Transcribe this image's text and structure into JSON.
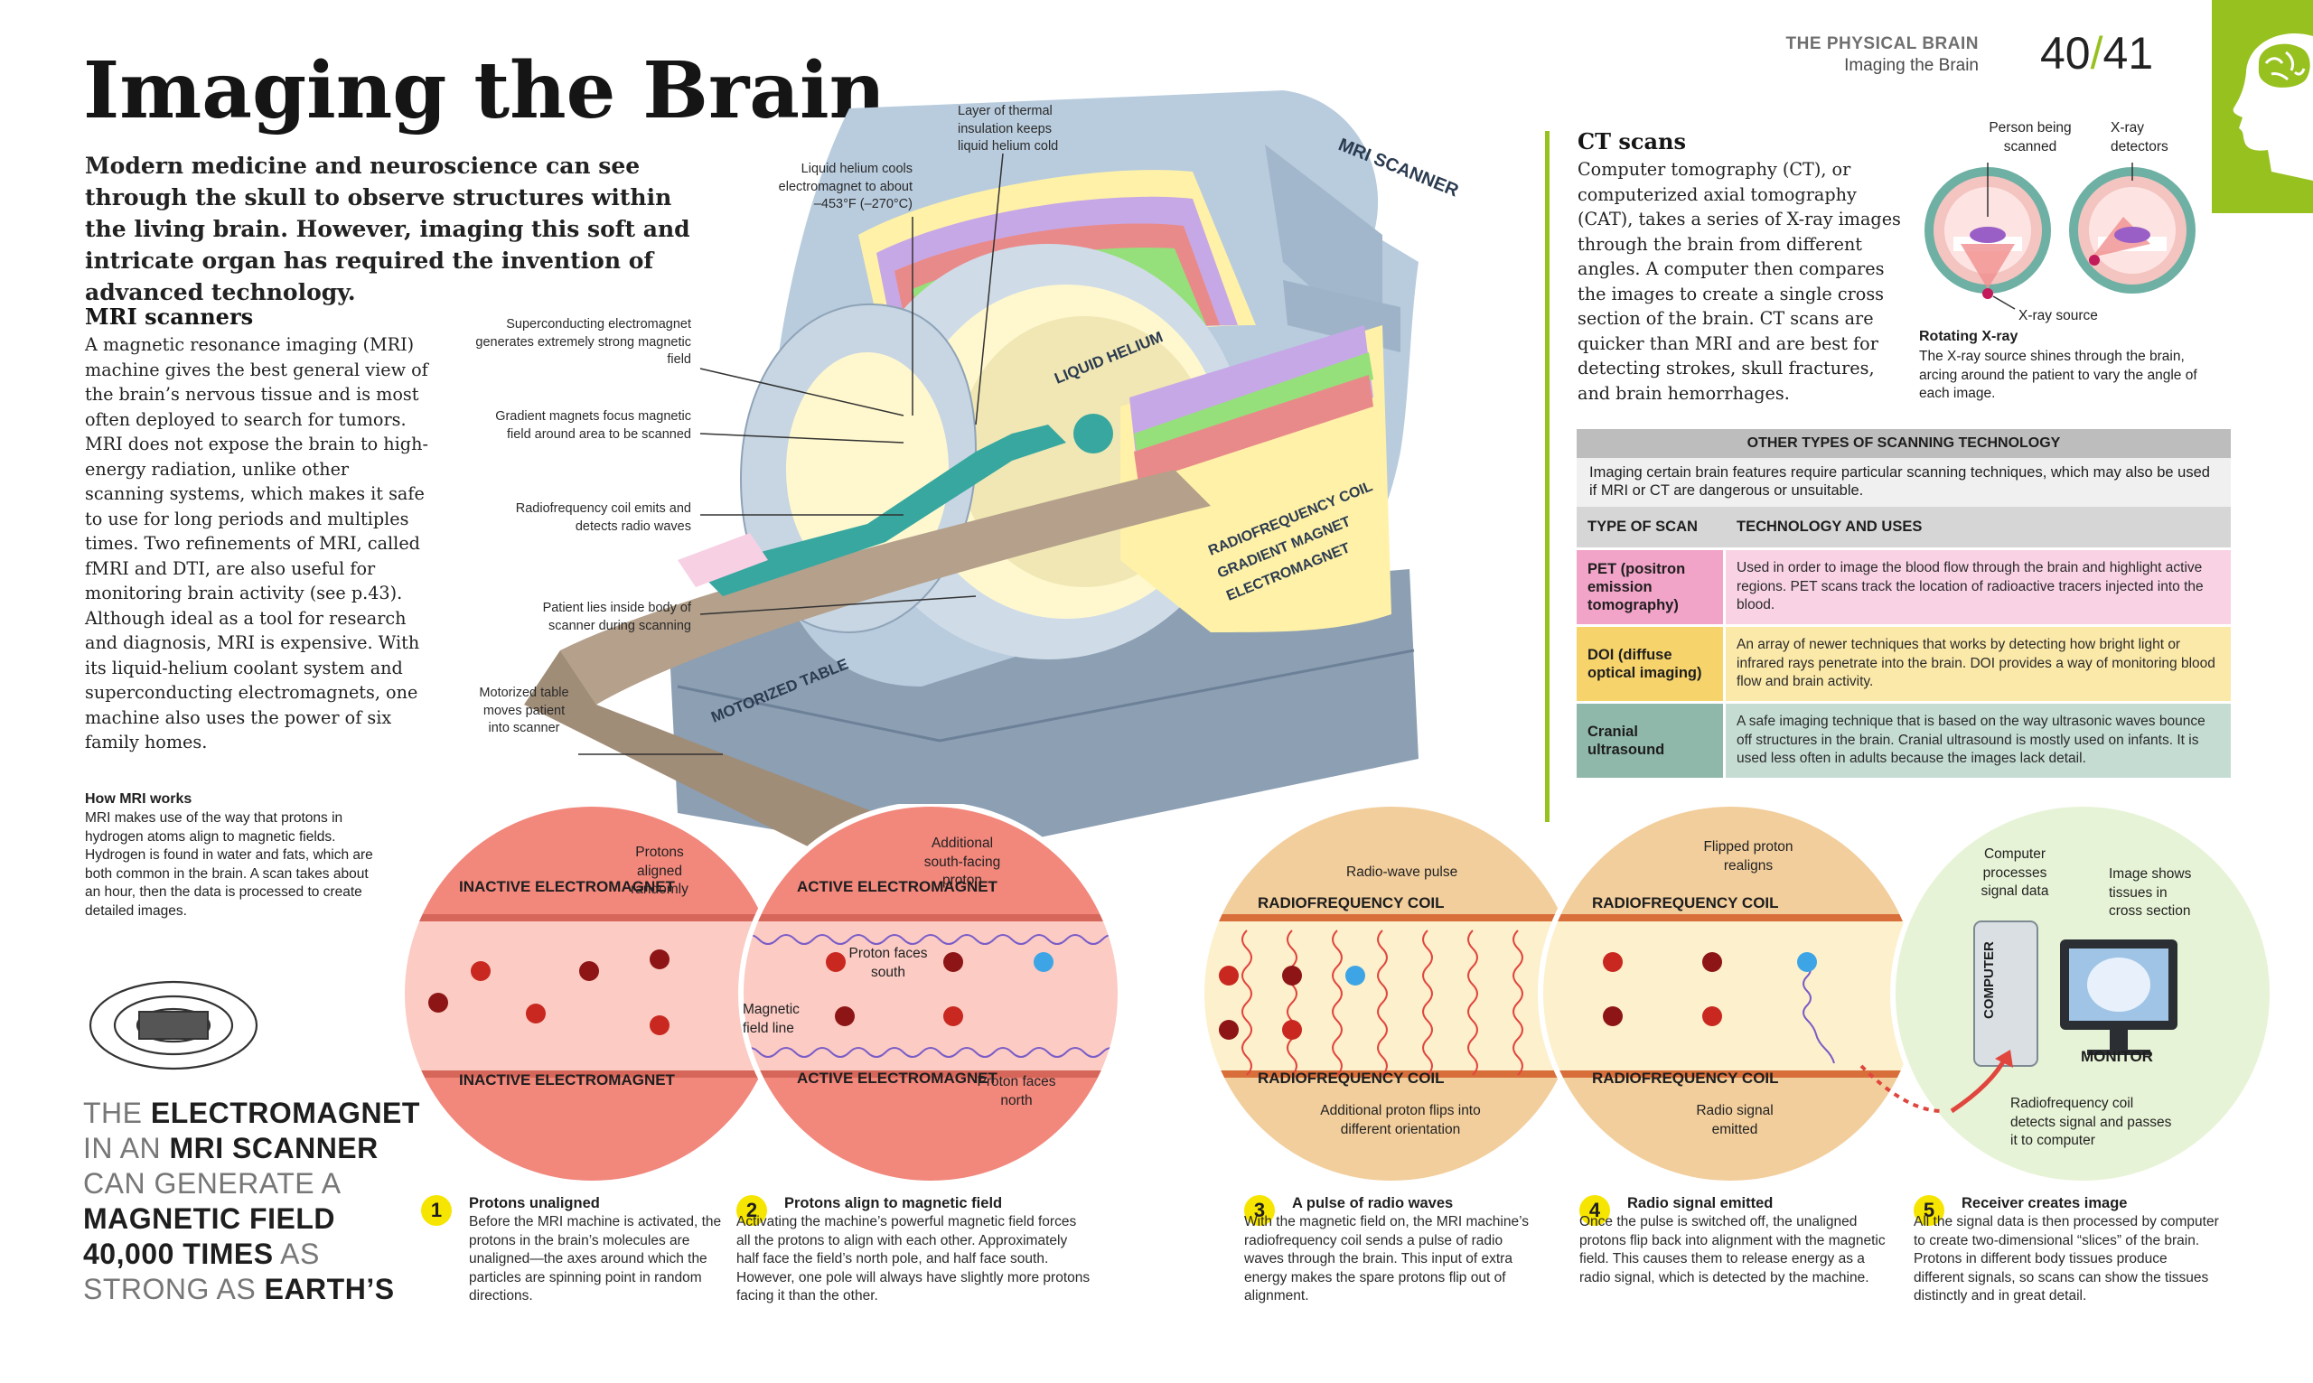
{
  "header": {
    "category": "THE PHYSICAL BRAIN",
    "subtitle": "Imaging the Brain",
    "page_left": "40",
    "page_sep": "/",
    "page_right": "41",
    "corner_icon": "head-brain-icon",
    "accent_color": "#97c11f"
  },
  "title": "Imaging the Brain",
  "intro": "Modern medicine and neuroscience can see through the skull to observe structures within the living brain. However, imaging this soft and intricate organ has required the invention of advanced technology.",
  "mri": {
    "heading": "MRI scanners",
    "body": "A magnetic resonance imaging (MRI) machine gives the best general view of the brain’s nervous tissue and is most often deployed to search for tumors. MRI does not expose the brain to high-energy radiation, unlike other scanning systems, which makes it safe to use for long periods and multiples times. Two refinements of MRI, called fMRI and DTI, are also useful for monitoring brain activity (see p.43). Although ideal as a tool for research and diagnosis, MRI is expensive. With its liquid-helium coolant system and superconducting electromagnets, one machine also uses the power of six family homes.",
    "how_heading": "How MRI works",
    "how_body": "MRI makes use of the way that protons in hydrogen atoms align to magnetic fields. Hydrogen is found in water and fats, which are both common in the brain. A scan takes about an hour, then the data is processed to create detailed images."
  },
  "stat": {
    "l1a": "THE ",
    "l1b": "ELECTROMAGNET",
    "l2a": "IN AN ",
    "l2b": "MRI SCANNER",
    "l3": "CAN GENERATE A",
    "l4": "MAGNETIC FIELD",
    "l5a": "40,000 TIMES",
    "l5b": " AS",
    "l6a": "STRONG AS ",
    "l6b": "EARTH’S"
  },
  "scanner": {
    "scanner_label": "MRI SCANNER",
    "liquid_helium": "LIQUID HELIUM",
    "rf_coil": "RADIOFREQUENCY COIL",
    "gradient_magnet": "GRADIENT MAGNET",
    "electromagnet": "ELECTROMAGNET",
    "table": "MOTORIZED TABLE",
    "callouts": {
      "thermal": "Layer of thermal insulation keeps liquid helium cold",
      "helium": "Liquid helium cools electromagnet to about –453°F (–270°C)",
      "supercon": "Superconducting electromagnet generates extremely strong magnetic field",
      "gradient": "Gradient magnets focus magnetic field around area to be scanned",
      "rf": "Radiofrequency coil emits and detects radio waves",
      "patient": "Patient lies inside body of scanner during scanning",
      "table": "Motorized table moves patient into scanner"
    }
  },
  "ct": {
    "heading": "CT scans",
    "body": "Computer tomography (CT), or computerized axial tomography (CAT), takes a series of X-ray images through the brain from different angles. A computer then compares the images to create a single cross section of the brain. CT scans are quicker than MRI and are best for detecting strokes, skull fractures, and brain hemorrhages.",
    "diagram": {
      "person": "Person being scanned",
      "detectors": "X-ray detectors",
      "source": "X-ray source",
      "rotating_heading": "Rotating X-ray",
      "rotating_body": "The X-ray source shines through the brain, arcing around the patient to vary the angle of each image."
    }
  },
  "table": {
    "title": "OTHER TYPES OF SCANNING TECHNOLOGY",
    "intro": "Imaging certain brain features require particular scanning techniques, which may also be used if MRI or CT are dangerous or unsuitable.",
    "col1": "TYPE OF SCAN",
    "col2": "TECHNOLOGY AND USES",
    "rows": [
      {
        "type": "PET (positron emission tomography)",
        "desc": "Used in order to image the blood flow through the brain and highlight active regions. PET scans track the location of radioactive tracers injected into the blood.",
        "color": "#f2a3c8",
        "light": "#f9d3e4"
      },
      {
        "type": "DOI (diffuse optical imaging)",
        "desc": "An array of newer techniques that works by detecting how bright light or infrared rays penetrate into the brain. DOI provides a way of monitoring blood flow and brain activity.",
        "color": "#f6d36b",
        "light": "#fbe9a9"
      },
      {
        "type": "Cranial ultrasound",
        "desc": "A safe imaging technique that is based on the way ultrasonic waves bounce off structures in the brain. Cranial ultrasound is mostly used on infants. It is used less often in adults because the images lack detail.",
        "color": "#8fb8aa",
        "light": "#c5dcd3"
      }
    ]
  },
  "circles": {
    "c1": {
      "top": "INACTIVE ELECTROMAGNET",
      "bottom": "INACTIVE ELECTROMAGNET",
      "note": "Protons aligned randomly"
    },
    "c2": {
      "top": "ACTIVE ELECTROMAGNET",
      "bottom": "ACTIVE ELECTROMAGNET",
      "note_top": "Additional south-facing proton",
      "note_south": "Proton faces south",
      "note_field": "Magnetic field line",
      "note_north": "Proton faces north"
    },
    "c3": {
      "top": "RADIOFREQUENCY COIL",
      "bottom": "RADIOFREQUENCY COIL",
      "note_top": "Radio-wave pulse",
      "note_bottom": "Additional proton flips into different orientation"
    },
    "c4": {
      "top": "RADIOFREQUENCY COIL",
      "bottom": "RADIOFREQUENCY COIL",
      "note_top": "Flipped proton realigns",
      "note_bottom": "Radio signal emitted"
    },
    "c5": {
      "computer_note": "Computer processes signal data",
      "image_note": "Image shows tissues in cross section",
      "computer": "COMPUTER",
      "monitor": "MONITOR",
      "coil_note": "Radiofrequency coil detects signal and passes it to computer"
    }
  },
  "steps": [
    {
      "num": "1",
      "title": "Protons unaligned",
      "body": "Before the MRI machine is activated, the protons in the brain’s molecules are unaligned—the axes around which the particles are spinning point in random directions."
    },
    {
      "num": "2",
      "title": "Protons align to magnetic field",
      "body": "Activating the machine’s powerful magnetic field forces all the protons to align with each other. Approximately half face the field’s north pole, and half face south. However, one pole will always have slightly more protons facing it than the other."
    },
    {
      "num": "3",
      "title": "A pulse of radio waves",
      "body": "With the magnetic field on, the MRI machine’s radiofrequency coil sends a pulse of radio waves through the brain. This input of extra energy makes the spare protons flip out of alignment."
    },
    {
      "num": "4",
      "title": "Radio signal emitted",
      "body": "Once the pulse is switched off, the unaligned protons flip back into alignment with the magnetic field. This causes them to release energy as a radio signal, which is detected by the machine."
    },
    {
      "num": "5",
      "title": "Receiver creates image",
      "body": "All the signal data is then processed by computer to create two-dimensional “slices” of the brain. Protons in different body tissues produce different signals, so scans can show the tissues distinctly and in great detail."
    }
  ]
}
